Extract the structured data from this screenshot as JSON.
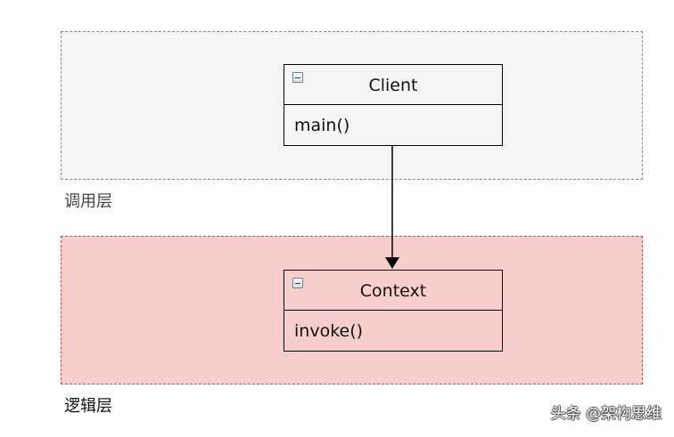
{
  "layers": {
    "call_label": "调用层",
    "logic_label": "逻辑层"
  },
  "classes": {
    "client": {
      "name": "Client",
      "method": "main()"
    },
    "context": {
      "name": "Context",
      "method": "invoke()"
    }
  },
  "connector": {
    "from": "Client",
    "to": "Context",
    "style": "solid-arrow"
  },
  "watermark": "头条 @架构思维",
  "colors": {
    "call_layer_fill": "#f5f5f5",
    "logic_layer_fill": "#f8cecc",
    "logic_layer_border": "#b85450",
    "border": "#000000"
  }
}
